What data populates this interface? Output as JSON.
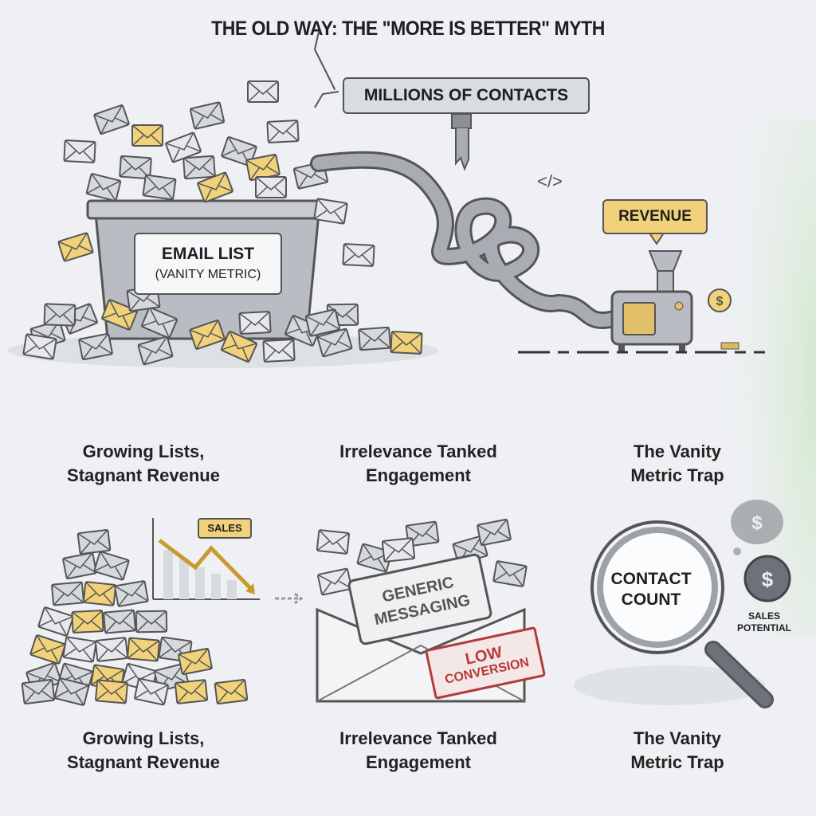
{
  "title": "THE OLD WAY: THE \"MORE IS BETTER\" MYTH",
  "top_illustration": {
    "contacts_label": "MILLIONS OF CONTACTS",
    "bin_label": "EMAIL LIST",
    "bin_sublabel": "(VANITY METRIC)",
    "revenue_label": "REVENUE",
    "code_symbol": "</>",
    "coin_symbol": "$"
  },
  "section_titles": [
    {
      "line1": "Growing Lists,",
      "line2": "Stagnant Revenue"
    },
    {
      "line1": "Irrelevance Tanked",
      "line2": "Engagement"
    },
    {
      "line1": "The Vanity",
      "line2": "Metric Trap"
    }
  ],
  "panels": {
    "sales_label": "SALES",
    "generic_line1": "GENERIC",
    "generic_line2": "MESSAGING",
    "low_line1": "LOW",
    "low_line2": "CONVERSION",
    "contact_line1": "CONTACT",
    "contact_line2": "COUNT",
    "sales_potential_line1": "SALES",
    "sales_potential_line2": "POTENTIAL",
    "coin_symbol": "$"
  },
  "captions": [
    {
      "line1": "Growing Lists,",
      "line2": "Stagnant Revenue"
    },
    {
      "line1": "Irrelevance Tanked",
      "line2": "Engagement"
    },
    {
      "line1": "The Vanity",
      "line2": "Metric Trap"
    }
  ],
  "colors": {
    "gold": "#f1d27a",
    "gray": "#c9ccd1",
    "red": "#b53a3a",
    "outline": "#555"
  }
}
